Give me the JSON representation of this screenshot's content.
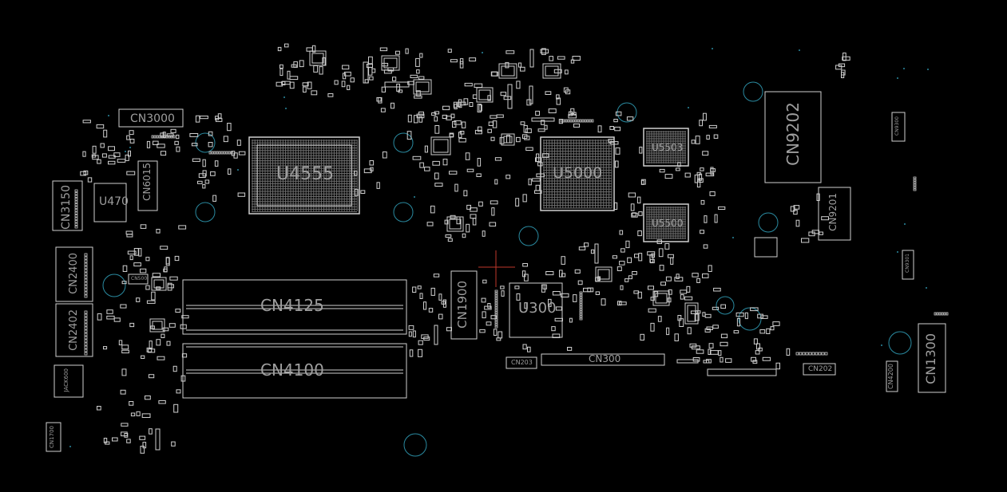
{
  "board": {
    "background": "#000000",
    "outline_color": "#cfcfcf",
    "label_color": "#9e9e9e",
    "hole_color": "#2a8aa0",
    "cursor_color": "#c0392b"
  },
  "components": {
    "CN3000": "CN3000",
    "U4555": "U4555",
    "U5000": "U5000",
    "U5503": "U5503",
    "U5500": "U5500",
    "CN9202": "CN9202",
    "CN9201": "CN9201",
    "CN3150": "CN3150",
    "U470": "U470",
    "CN6015": "CN6015",
    "CN2400": "CN2400",
    "CN2402": "CN2402",
    "CN4125": "CN4125",
    "CN4100": "CN4100",
    "CN1900": "CN1900",
    "U300": "U300",
    "CN300": "CN300",
    "CN202": "CN202",
    "CN203": "CN203",
    "CN1300": "CN1300",
    "CN4200": "CN4200",
    "CN9300": "CN9300",
    "CN9301": "CN9301",
    "CN1700": "CN1700",
    "JACK600": "JACK600",
    "CN500": "CN500"
  }
}
